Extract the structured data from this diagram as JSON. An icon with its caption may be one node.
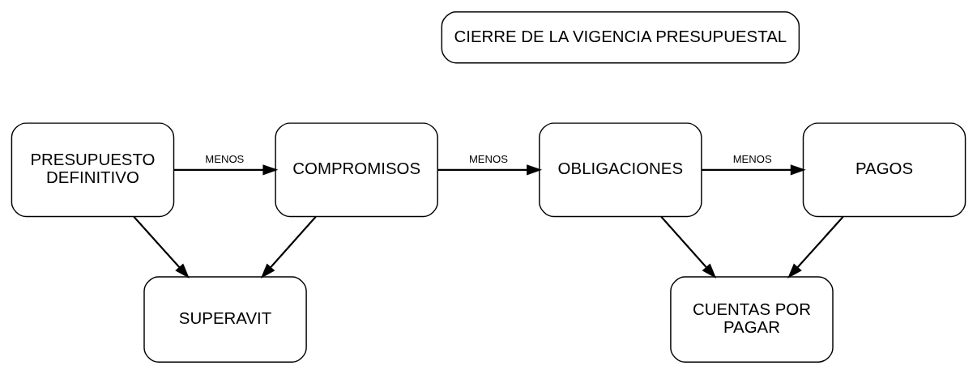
{
  "diagram": {
    "nodes": [
      {
        "text": [
          "CIERRE DE LA VIGENCIA PRESUPUESTAL"
        ]
      },
      {
        "text": [
          "PRESUPUESTO DEFINITIVO"
        ]
      },
      {
        "text": [
          "COMPROMISOS"
        ]
      },
      {
        "text": [
          "OBLIGACIONES"
        ]
      },
      {
        "text": [
          "PAGOS"
        ]
      },
      {
        "text": [
          "SUPERAVIT"
        ]
      },
      {
        "text": [
          "CUENTAS POR PAGAR"
        ]
      }
    ],
    "edges": [
      {
        "from": 1,
        "to": 2,
        "arrow": "to",
        "label": "MENOS"
      },
      {
        "from": 2,
        "to": 3,
        "arrow": "to",
        "label": "MENOS"
      },
      {
        "from": 3,
        "to": 4,
        "arrow": "to",
        "label": "MENOS"
      },
      {
        "from": 1,
        "to": 5,
        "arrow": "to"
      },
      {
        "from": 2,
        "to": 5,
        "arrow": "to"
      },
      {
        "from": 3,
        "to": 6,
        "arrow": "to"
      },
      {
        "from": 4,
        "to": 6,
        "arrow": "to"
      }
    ]
  }
}
